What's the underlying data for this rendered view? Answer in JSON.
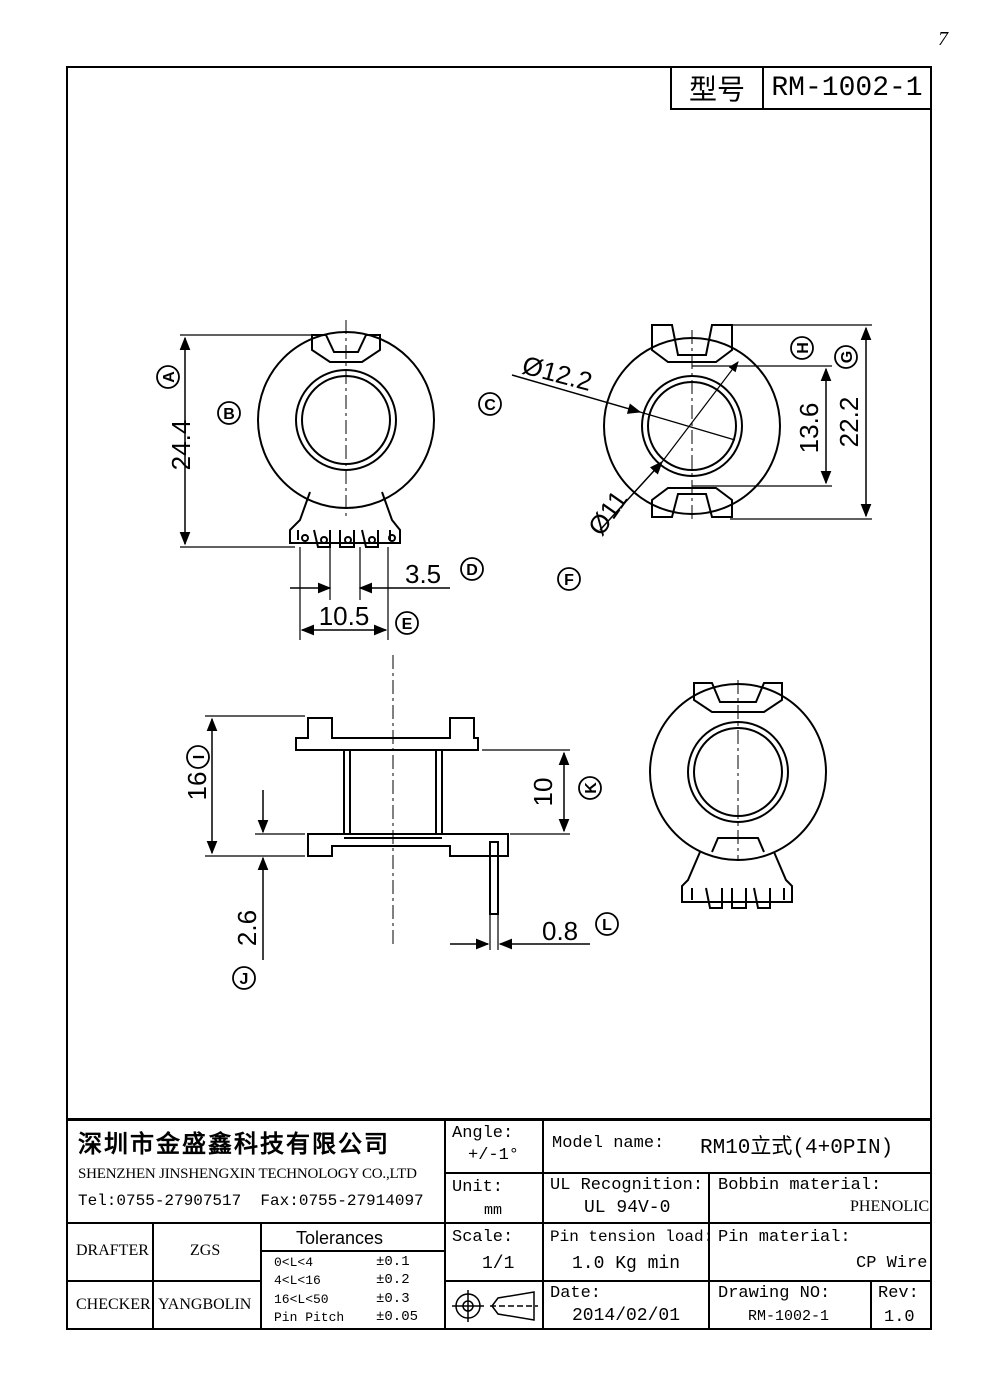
{
  "page_number": "7",
  "model_box": {
    "label": "型号",
    "value": "RM-1002-1"
  },
  "dimensions": {
    "a": "24.4",
    "b": "3.5",
    "c": "10.5",
    "d": "Ø12.2",
    "e": "13.6",
    "f": "22.2",
    "g": "Ø11",
    "h": "16",
    "i": "10",
    "j": "2.6",
    "k": "0.8"
  },
  "callouts": [
    "A",
    "B",
    "C",
    "D",
    "E",
    "F",
    "G",
    "H",
    "I",
    "J",
    "K",
    "L"
  ],
  "title_block": {
    "company_cn": "深圳市金盛鑫科技有限公司",
    "company_en": "SHENZHEN JINSHENGXIN TECHNOLOGY CO.,LTD",
    "contact": "Tel:0755-27907517  Fax:0755-27914097",
    "angle_label": "Angle:",
    "angle_value": "+/-1°",
    "model_name_label": "Model name:",
    "model_name_value": "RM10立式(4+0PIN)",
    "unit_label": "Unit:",
    "unit_value": "mm",
    "ul_label": "UL Recognition:",
    "ul_value": "UL 94V-0",
    "bobbin_label": "Bobbin material:",
    "bobbin_value": "PHENOLIC",
    "drafter_label": "DRAFTER",
    "drafter_value": "ZGS",
    "checker_label": "CHECKER",
    "checker_value": "YANGBOLIN",
    "tolerances_title": "Tolerances",
    "tolerances": [
      {
        "range": "0<L<4",
        "value": "±0.1"
      },
      {
        "range": "4<L<16",
        "value": "±0.2"
      },
      {
        "range": "16<L<50",
        "value": "±0.3"
      },
      {
        "range": "Pin Pitch",
        "value": "±0.05"
      }
    ],
    "scale_label": "Scale:",
    "scale_value": "1/1",
    "pin_tension_label": "Pin tension load:",
    "pin_tension_value": "1.0 Kg min",
    "pin_material_label": "Pin material:",
    "pin_material_value": "CP Wire",
    "date_label": "Date:",
    "date_value": "2014/02/01",
    "drawing_no_label": "Drawing NO:",
    "drawing_no_value": "RM-1002-1",
    "rev_label": "Rev:",
    "rev_value": "1.0"
  }
}
